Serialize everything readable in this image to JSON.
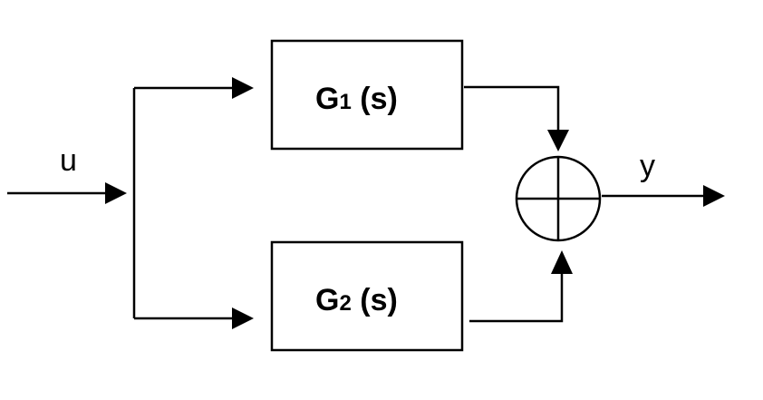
{
  "signals": {
    "input": "u",
    "output": "y"
  },
  "blocks": {
    "g1": {
      "name": "G",
      "index": "1",
      "arg": " (s)"
    },
    "g2": {
      "name": "G",
      "index": "2",
      "arg": " (s)"
    }
  },
  "colors": {
    "stroke": "#000000",
    "background": "#ffffff"
  }
}
